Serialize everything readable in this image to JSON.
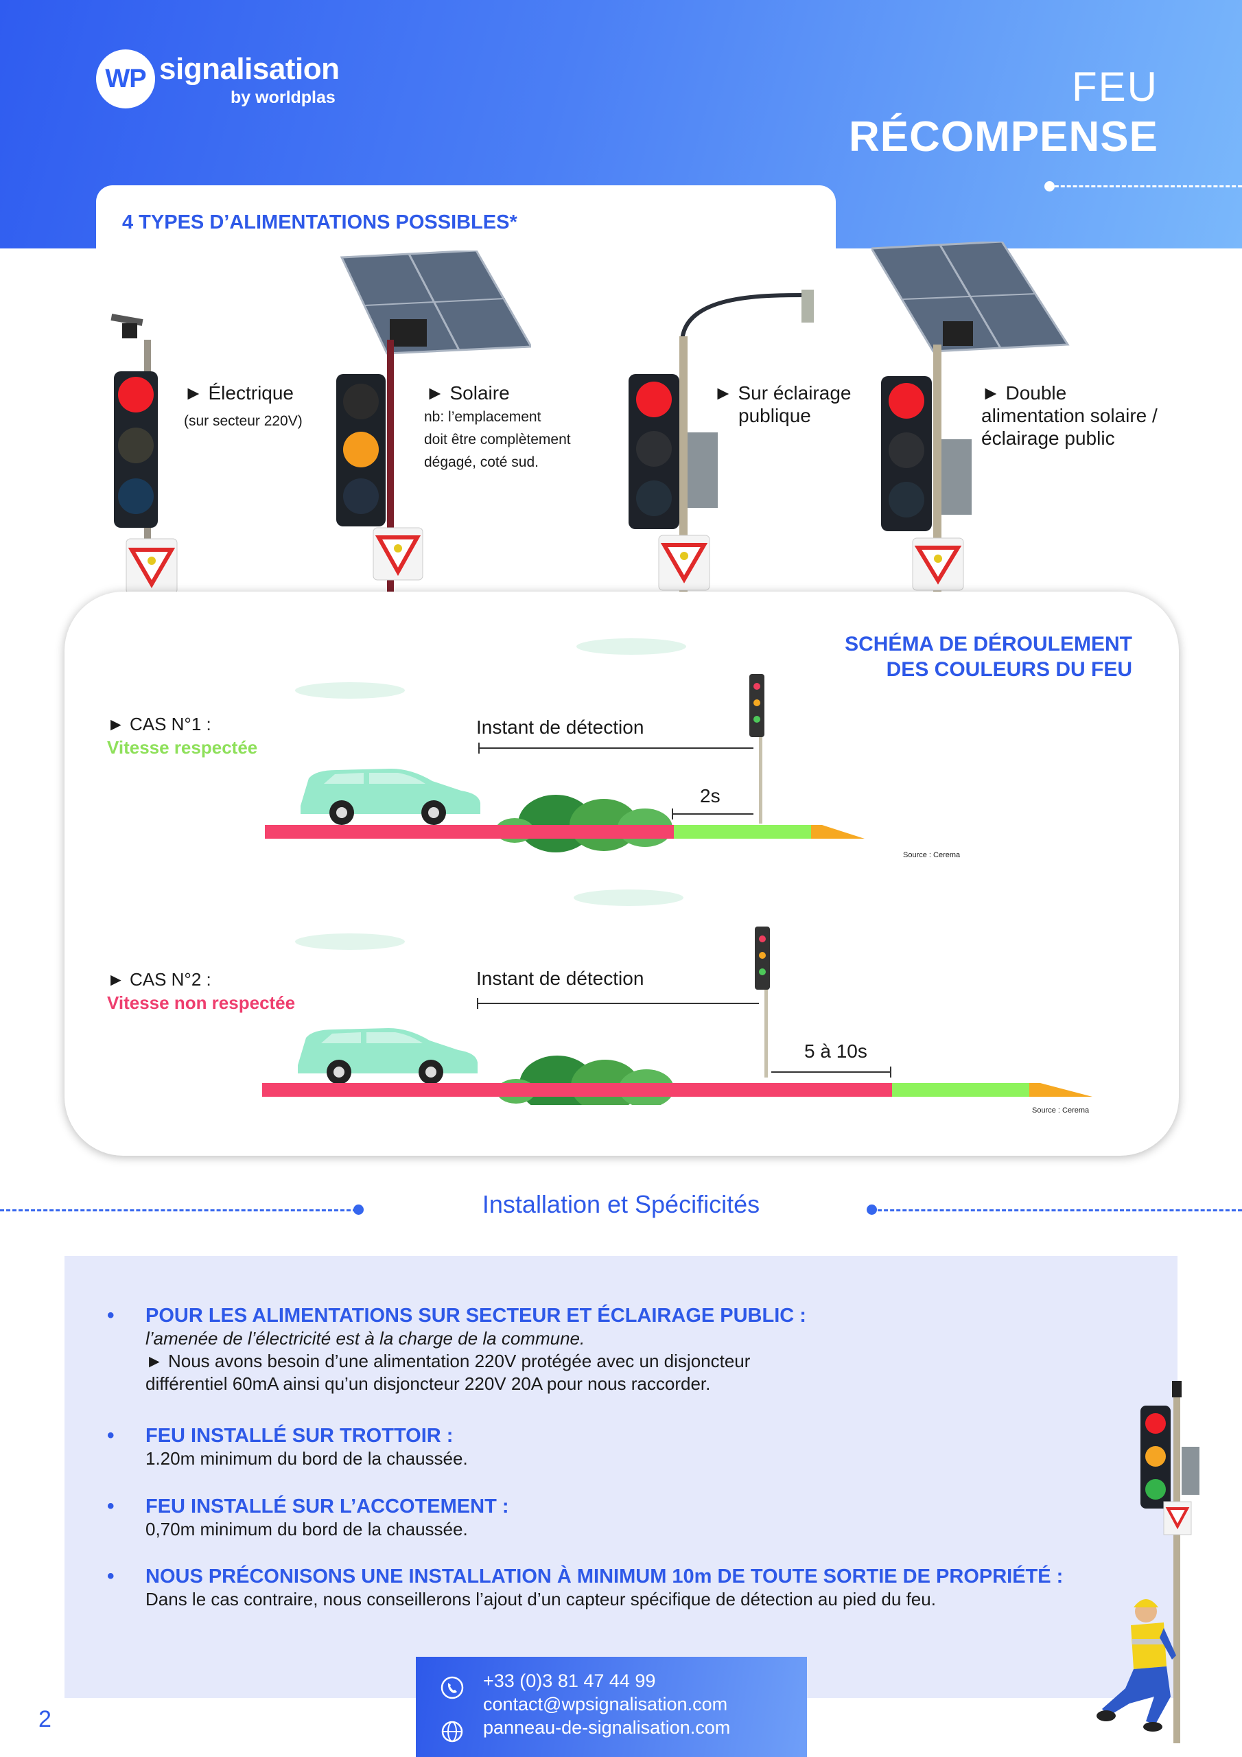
{
  "brand": {
    "logo_wp": "WP",
    "logo_main": "signalisation",
    "logo_sub": "by worldplas"
  },
  "title": {
    "line1": "FEU",
    "line2": "RÉCOMPENSE"
  },
  "types": {
    "heading": "4 TYPES D’ALIMENTATIONS POSSIBLES*",
    "items": [
      {
        "label": "► Électrique",
        "note": "(sur secteur 220V)"
      },
      {
        "label": "► Solaire",
        "note_lines": [
          "nb: l’emplacement",
          "doit être complètement",
          "dégagé, coté sud."
        ]
      },
      {
        "label_lines": [
          "► Sur éclairage",
          "publique"
        ]
      },
      {
        "label_lines": [
          "► Double",
          "alimentation solaire /",
          "éclairage public"
        ]
      }
    ]
  },
  "schema": {
    "title_lines": [
      "SCHÉMA DE DÉROULEMENT",
      "DES COULEURS DU FEU"
    ],
    "cases": [
      {
        "label": "► CAS N°1 :",
        "sub": "Vitesse respectée",
        "detect": "Instant de détection",
        "duration": "2s",
        "source": "Source : Cerema"
      },
      {
        "label": "► CAS N°2 :",
        "sub": "Vitesse non respectée",
        "detect": "Instant de détection",
        "duration": "5 à 10s",
        "source": "Source : Cerema"
      }
    ],
    "colors": {
      "red": "#f5426c",
      "green": "#8ef35c",
      "orange": "#f6a821",
      "case1_sub": "#8ee05a",
      "case2_sub": "#ee3e6e"
    }
  },
  "section": {
    "title": "Installation et Spécificités"
  },
  "specs": [
    {
      "heading": "POUR LES ALIMENTATIONS SUR SECTEUR ET ÉCLAIRAGE PUBLIC :",
      "italic": "l’amenée de l’électricité est à la charge de la commune.",
      "lines": [
        "► Nous avons besoin d’une alimentation 220V protégée avec un disjoncteur",
        "différentiel 60mA ainsi qu’un disjoncteur 220V 20A pour nous raccorder."
      ]
    },
    {
      "heading": "FEU INSTALLÉ SUR TROTTOIR :",
      "lines": [
        "1.20m minimum du bord de la chaussée."
      ]
    },
    {
      "heading": "FEU INSTALLÉ SUR L’ACCOTEMENT :",
      "lines": [
        "0,70m minimum du bord de la chaussée."
      ]
    },
    {
      "heading": "NOUS PRÉCONISONS UNE INSTALLATION À MINIMUM 10m DE TOUTE SORTIE DE PROPRIÉTÉ :",
      "lines": [
        "Dans le cas contraire, nous conseillerons l’ajout d’un capteur spécifique de détection au pied du feu."
      ]
    }
  ],
  "contact": {
    "phone": "+33 (0)3 81 47 44 99",
    "email": "contact@wpsignalisation.com",
    "web": "panneau-de-signalisation.com"
  },
  "page_number": "2",
  "icons": [
    "phone-icon",
    "globe-icon",
    "traffic-light-icon",
    "yield-sign-icon",
    "solar-panel-icon",
    "car-icon",
    "worker-icon"
  ]
}
